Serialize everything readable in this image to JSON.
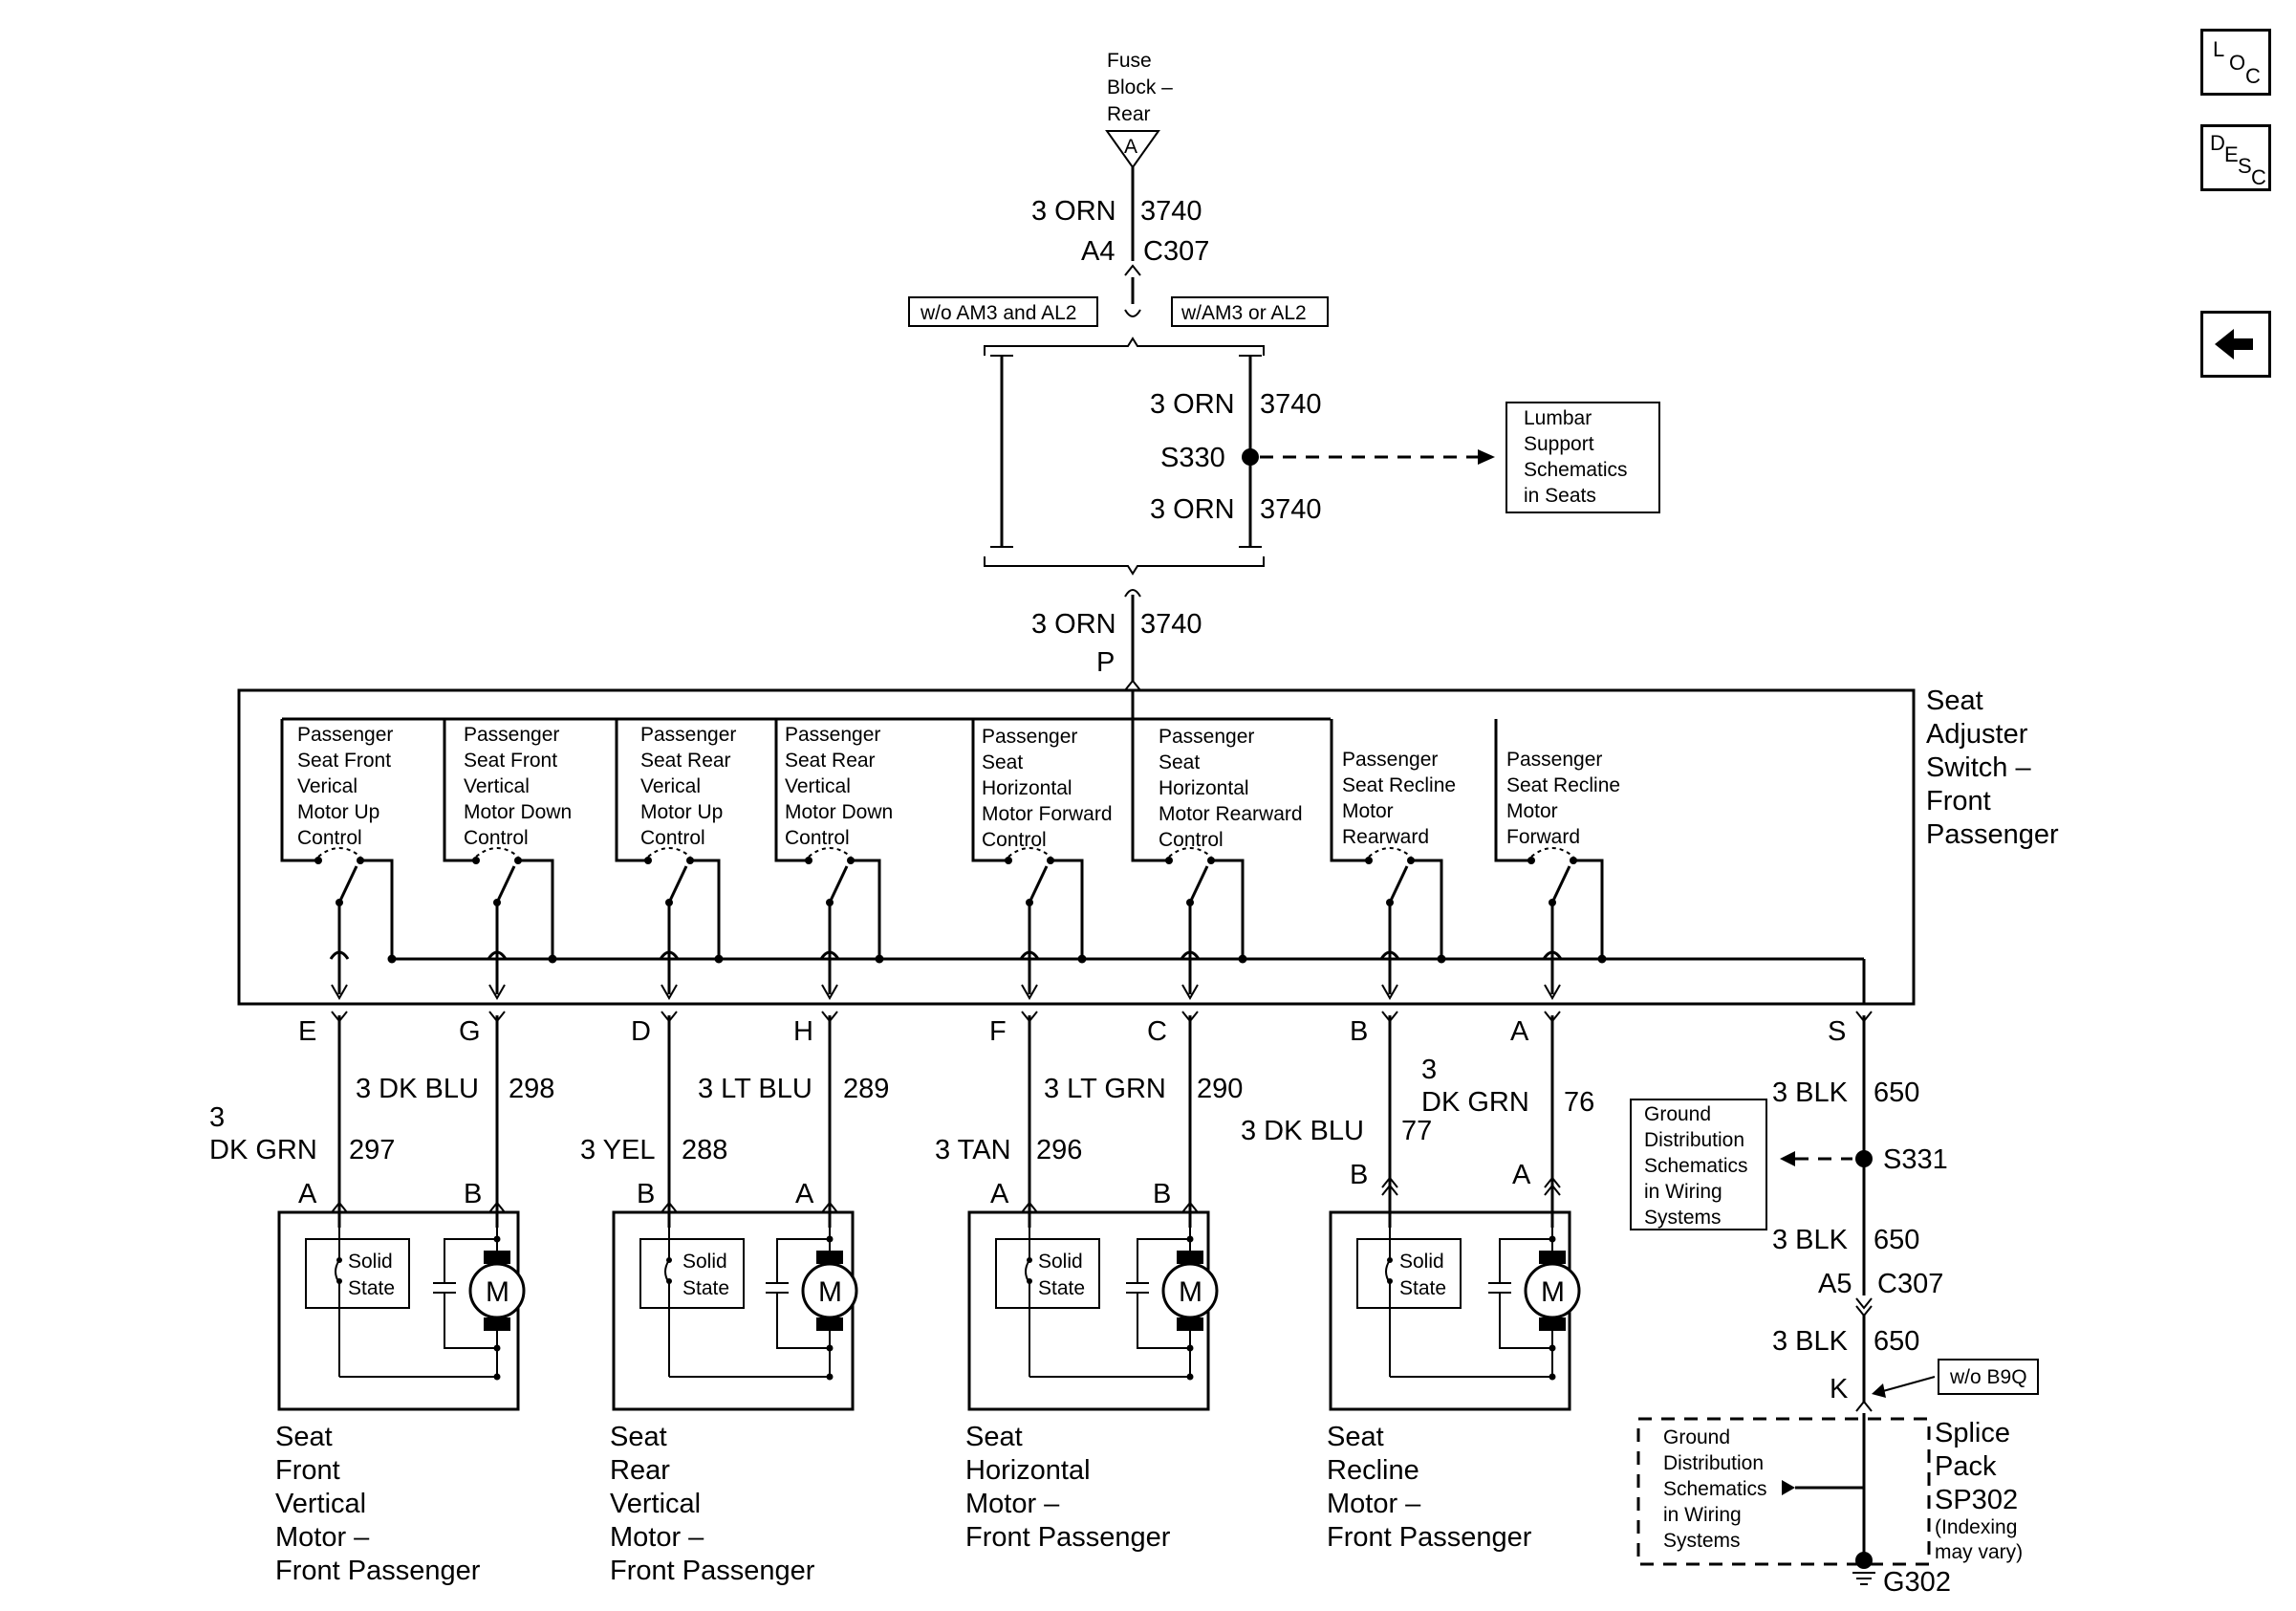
{
  "nav": {
    "loc": {
      "a": "L",
      "b": "O",
      "c": "C"
    },
    "desc": {
      "a": "D",
      "b": "E",
      "c": "S",
      "d": "C"
    },
    "back_icon": "arrow-left-icon"
  },
  "fuse": {
    "line1": "Fuse",
    "line2": "Block –",
    "line3": "Rear",
    "symbol": "A"
  },
  "wire_top": {
    "gauge_color": "3 ORN",
    "circuit": "3740"
  },
  "connector_c307_top": {
    "pin": "A4",
    "name": "C307"
  },
  "option_tags": {
    "left": "w/o AM3 and AL2",
    "right": "w/AM3 or AL2"
  },
  "s330": {
    "upper_gauge": "3 ORN",
    "upper_circuit": "3740",
    "name": "S330",
    "lower_gauge": "3 ORN",
    "lower_circuit": "3740"
  },
  "lumbar": {
    "l1": "Lumbar",
    "l2": "Support",
    "l3": "Schematics",
    "l4": "in Seats"
  },
  "wire_p": {
    "gauge_color": "3 ORN",
    "circuit": "3740",
    "pin": "P"
  },
  "switch_assembly": {
    "l1": "Seat",
    "l2": "Adjuster",
    "l3": "Switch –",
    "l4": "Front",
    "l5": "Passenger"
  },
  "switches": [
    {
      "lines": [
        "Passenger",
        "Seat Front",
        "Verical",
        "Motor Up",
        "Control"
      ]
    },
    {
      "lines": [
        "Passenger",
        "Seat Front",
        "Vertical",
        "Motor Down",
        "Control"
      ]
    },
    {
      "lines": [
        "Passenger",
        "Seat Rear",
        "Verical",
        "Motor Up",
        "Control"
      ]
    },
    {
      "lines": [
        "Passenger",
        "Seat Rear",
        "Vertical",
        "Motor Down",
        "Control"
      ]
    },
    {
      "lines": [
        "Passenger",
        "Seat",
        "Horizontal",
        "Motor Forward",
        "Control"
      ]
    },
    {
      "lines": [
        "Passenger",
        "Seat",
        "Horizontal",
        "Motor Rearward",
        "Control"
      ]
    },
    {
      "lines": [
        "Passenger",
        "Seat Recline",
        "Motor",
        "Rearward"
      ]
    },
    {
      "lines": [
        "Passenger",
        "Seat Recline",
        "Motor",
        "Forward"
      ]
    }
  ],
  "switch_pins": [
    "E",
    "G",
    "D",
    "H",
    "F",
    "C",
    "B",
    "A",
    "S"
  ],
  "wires": [
    {
      "gauge": "3",
      "color": "DK GRN",
      "circuit": "297"
    },
    {
      "gauge_color": "3 DK BLU",
      "circuit": "298"
    },
    {
      "gauge_color": "3 YEL",
      "circuit": "288"
    },
    {
      "gauge_color": "3 LT BLU",
      "circuit": "289"
    },
    {
      "gauge_color": "3 TAN",
      "circuit": "296"
    },
    {
      "gauge_color": "3 LT GRN",
      "circuit": "290"
    },
    {
      "gauge_color": "3 DK BLU",
      "circuit": "77"
    },
    {
      "gauge": "3",
      "color": "DK GRN",
      "circuit": "76"
    }
  ],
  "motor_pins": [
    "A",
    "B",
    "B",
    "A",
    "A",
    "B",
    "B",
    "A"
  ],
  "motors": [
    {
      "l1": "Seat",
      "l2": "Front",
      "l3": "Vertical",
      "l4": "Motor –",
      "l5": "Front Passenger"
    },
    {
      "l1": "Seat",
      "l2": "Rear",
      "l3": "Vertical",
      "l4": "Motor –",
      "l5": "Front Passenger"
    },
    {
      "l1": "Seat",
      "l2": "Horizontal",
      "l3": "Motor –",
      "l4": "Front Passenger"
    },
    {
      "l1": "Seat",
      "l2": "Recline",
      "l3": "Motor –",
      "l4": "Front Passenger"
    }
  ],
  "motor_parts": {
    "solid": "Solid",
    "state": "State",
    "m": "M"
  },
  "ground": {
    "upper_wire": {
      "gauge_color": "3 BLK",
      "circuit": "650"
    },
    "s331": "S331",
    "mid_wire": {
      "gauge_color": "3 BLK",
      "circuit": "650"
    },
    "c307": {
      "pin": "A5",
      "name": "C307"
    },
    "lower_wire": {
      "gauge_color": "3 BLK",
      "circuit": "650"
    },
    "pin_k": "K",
    "tag": "w/o B9Q",
    "gd1": {
      "l1": "Ground",
      "l2": "Distribution",
      "l3": "Schematics",
      "l4": "in Wiring",
      "l5": "Systems"
    },
    "gd2": {
      "l1": "Ground",
      "l2": "Distribution",
      "l3": "Schematics",
      "l4": "in Wiring",
      "l5": "Systems"
    },
    "splice": {
      "l1": "Splice",
      "l2": "Pack",
      "l3": "SP302",
      "l4": "(Indexing",
      "l5": "may vary)"
    },
    "g302": "G302"
  }
}
